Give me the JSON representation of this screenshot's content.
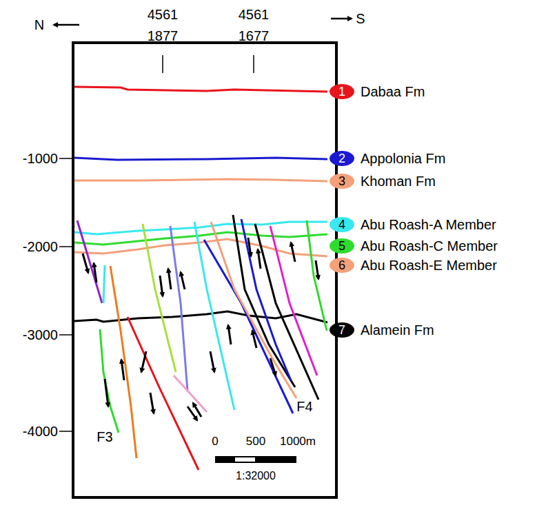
{
  "diagram": {
    "nodes": [
      {
        "text": [
          "1",
          "Dabaa Fm"
        ]
      },
      {
        "text": [
          "2",
          "Appolonia Fm"
        ]
      },
      {
        "text": [
          "3",
          "Khoman Fm"
        ]
      },
      {
        "text": [
          "4",
          "Abu Roash-A Member"
        ]
      },
      {
        "text": [
          "5",
          "Abu Roash-C Member"
        ]
      },
      {
        "text": [
          "6",
          "Abu Roash-E Member"
        ]
      },
      {
        "text": [
          "7",
          "Alamein Fm"
        ]
      }
    ],
    "labels": [
      "N",
      "S",
      "4561",
      "1877",
      "4561",
      "1677",
      "-1000",
      "-2000",
      "-3000",
      "-4000",
      "F3",
      "F4",
      "0",
      "500",
      "1000m",
      "1:32000"
    ]
  }
}
